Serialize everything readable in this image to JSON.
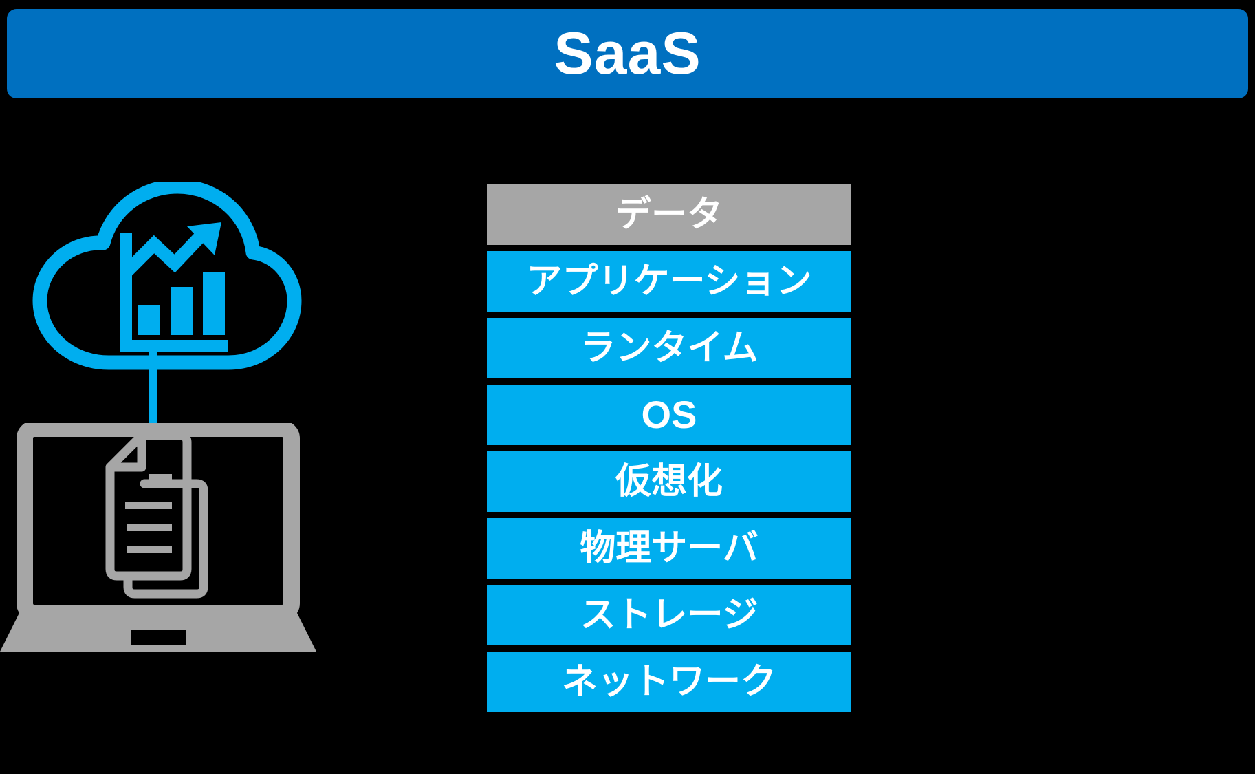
{
  "header": {
    "title": "SaaS",
    "background_color": "#0070C0",
    "text_color": "#FFFFFF"
  },
  "illustration": {
    "cloud_icon": {
      "name": "cloud-analytics-icon",
      "color": "#00AEEF",
      "contains": "bar-chart-with-upward-arrow"
    },
    "connector": {
      "name": "cloud-to-laptop-connector",
      "color": "#00AEEF"
    },
    "laptop_icon": {
      "name": "laptop-documents-icon",
      "color": "#A6A6A6",
      "contains": "stacked-documents"
    }
  },
  "stack": {
    "gray_color": "#A6A6A6",
    "cyan_color": "#00AEEF",
    "label_color": "#FFFFFF",
    "rows": [
      {
        "label": "データ",
        "style": "gray",
        "script": "jp"
      },
      {
        "label": "アプリケーション",
        "style": "cyan",
        "script": "jp"
      },
      {
        "label": "ランタイム",
        "style": "cyan",
        "script": "jp"
      },
      {
        "label": "OS",
        "style": "cyan",
        "script": "latin"
      },
      {
        "label": "仮想化",
        "style": "cyan",
        "script": "jp"
      },
      {
        "label": "物理サーバ",
        "style": "cyan",
        "script": "jp"
      },
      {
        "label": "ストレージ",
        "style": "cyan",
        "script": "jp"
      },
      {
        "label": "ネットワーク",
        "style": "cyan",
        "script": "jp"
      }
    ]
  }
}
